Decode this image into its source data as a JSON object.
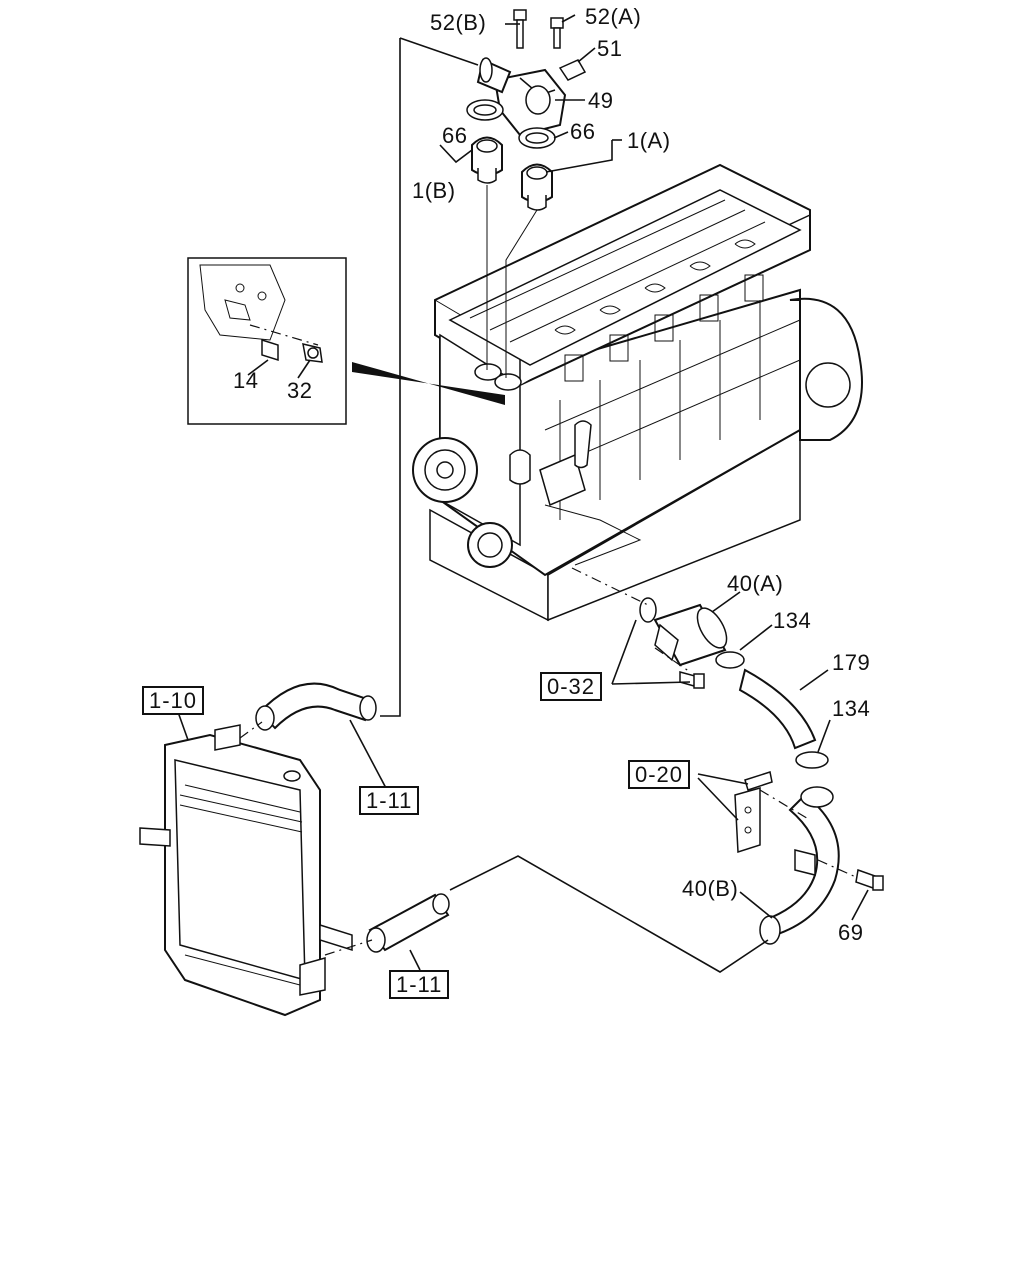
{
  "callouts": {
    "p52b": "52(B)",
    "p52a": "52(A)",
    "p51": "51",
    "p49": "49",
    "p66_left": "66",
    "p66_right": "66",
    "p1a": "1(A)",
    "p1b": "1(B)",
    "p14": "14",
    "p32": "32",
    "p40a": "40(A)",
    "p134_top": "134",
    "p179": "179",
    "p134_bottom": "134",
    "p40b": "40(B)",
    "p69": "69"
  },
  "ref_boxes": {
    "r0_32": "0-32",
    "r0_20": "0-20",
    "r1_10": "1-10",
    "r1_11_upper": "1-11",
    "r1_11_lower": "1-11"
  }
}
